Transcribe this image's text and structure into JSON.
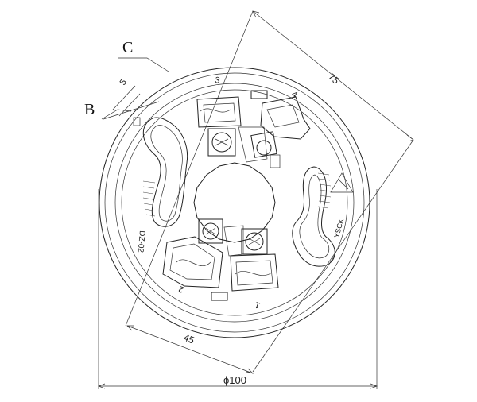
{
  "drawing": {
    "labels": {
      "c": "C",
      "b": "B"
    },
    "dimensions": {
      "d75": "75",
      "d45": "45",
      "d5": "5",
      "dia100": "ϕ100"
    },
    "terminals": {
      "t1": "1",
      "t2": "2",
      "t3": "3",
      "t4": "4"
    },
    "markings": {
      "model": "DZ-02",
      "brand": "YSCK"
    }
  }
}
